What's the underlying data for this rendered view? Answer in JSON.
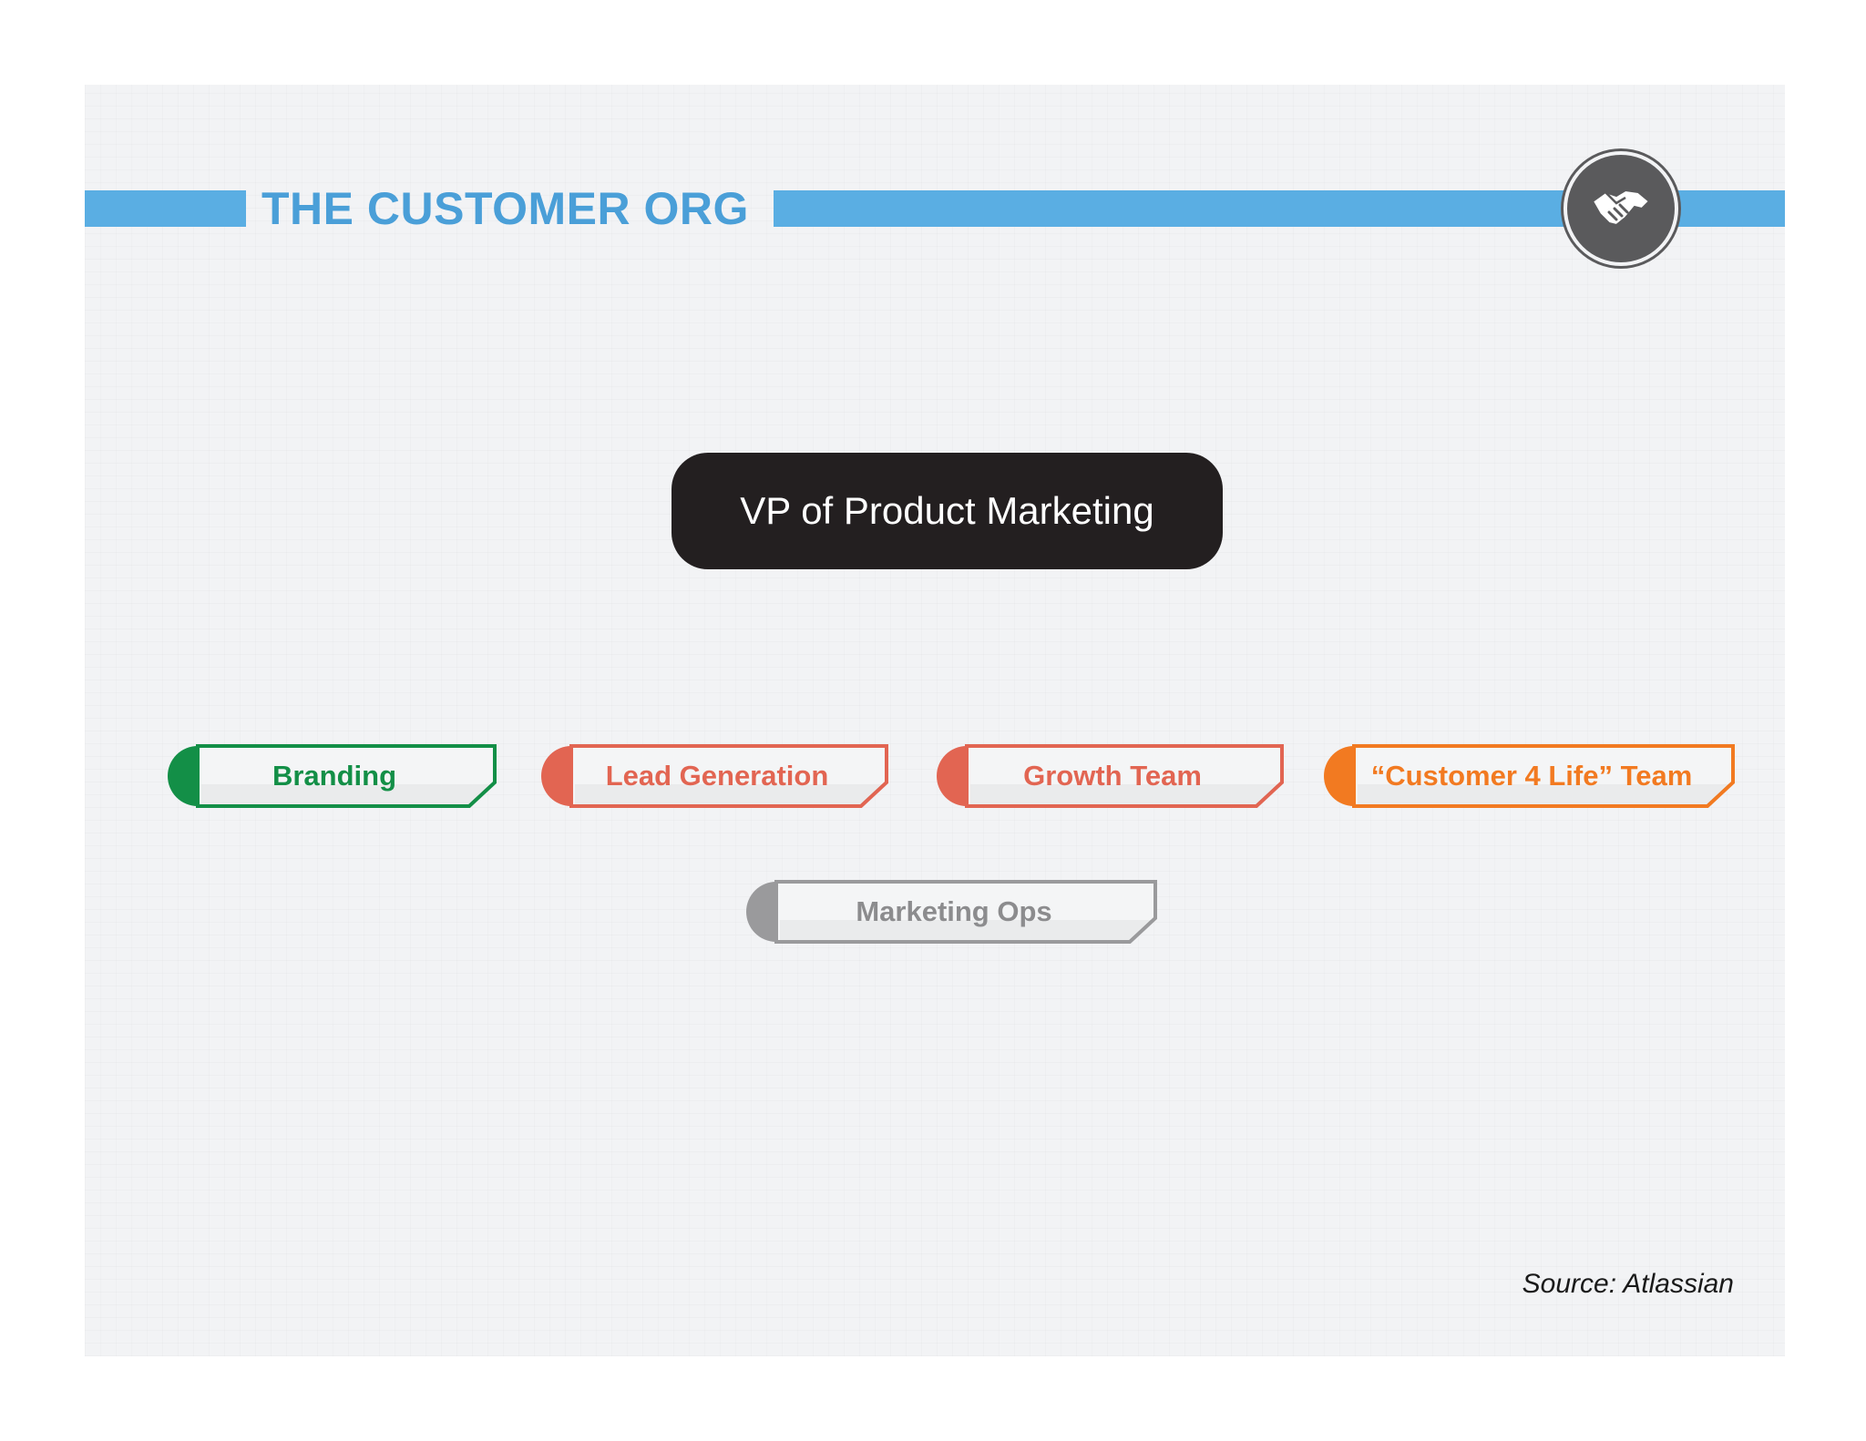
{
  "header": {
    "title": "THE CUSTOMER ORG",
    "bar_color": "#5aaee3",
    "title_color": "#4a9fd8",
    "logo_icon": "handshake-icon"
  },
  "org_chart": {
    "head": {
      "label": "VP of Product Marketing",
      "color": "#231f20"
    },
    "teams": [
      {
        "label": "Branding",
        "color": "#138f47"
      },
      {
        "label": "Lead Generation",
        "color": "#e26552"
      },
      {
        "label": "Growth Team",
        "color": "#e26552"
      },
      {
        "label": "“Customer 4 Life” Team",
        "color": "#f27a21"
      },
      {
        "label": "Marketing Ops",
        "color": "#9a9a9c"
      }
    ]
  },
  "footer": {
    "source": "Source: Atlassian"
  }
}
